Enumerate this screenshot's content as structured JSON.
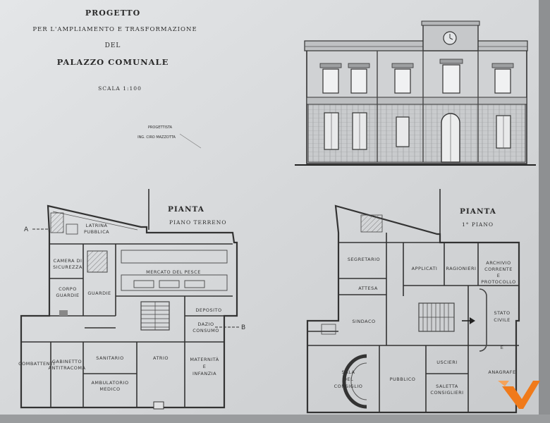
{
  "header": {
    "line1": "PROGETTO",
    "line2": "PER L'AMPLIAMENTO E TRASFORMAZIONE",
    "line3": "DEL",
    "line4": "PALAZZO COMUNALE",
    "scale": "SCALA 1:100",
    "designer_label": "PROGETTISTA",
    "designer_name": "ING. CIRO MAZZOTTA"
  },
  "plan_ground": {
    "title": "PIANTA",
    "subtitle": "PIANO TERRENO",
    "section_a": "A",
    "section_b": "B",
    "rooms": {
      "latrina": "LATRINA",
      "latrina2": "PUBBLICA",
      "camera": "CAMERA DI",
      "camera2": "SICUREZZA",
      "mercato": "MERCATO DEL PESCE",
      "corpo": "CORPO",
      "corpo2": "GUARDIE",
      "guardie": "GUARDIE",
      "deposito": "DEPOSITO",
      "dazio": "DAZIO",
      "dazio2": "CONSUMO",
      "combattenti": "COMBATTENTI",
      "gabinetto": "GABINETTO",
      "gabinetto2": "ANTITRACOMA",
      "sanitario": "SANITARIO",
      "ambulatorio": "AMBULATORIO",
      "ambulatorio2": "MEDICO",
      "atrio": "ATRIO",
      "maternita": "MATERNITÀ",
      "maternita2": "E",
      "maternita3": "INFANZIA"
    }
  },
  "plan_first": {
    "title": "PIANTA",
    "subtitle": "1° PIANO",
    "rooms": {
      "segretario": "SEGRETARIO",
      "applicati": "APPLICATI",
      "ragionieri": "RAGIONIERI",
      "archivio": "ARCHIVIO",
      "archivio2": "CORRENTE",
      "archivio3": "E",
      "archivio4": "PROTOCOLLO",
      "attesa": "ATTESA",
      "sindaco": "SINDACO",
      "stato": "STATO",
      "stato2": "CIVILE",
      "stato3": "E",
      "stato4": "ANAGRAFE",
      "sala": "SALA",
      "sala2": "DEL",
      "sala3": "CONSIGLIO",
      "pubblico": "PUBBLICO",
      "uscieri": "USCIERI",
      "saletta": "SALETTA",
      "saletta2": "CONSIGLIERI"
    }
  },
  "colors": {
    "paper": "#dcdee0",
    "ink": "#333333",
    "logo": "#f07a1a"
  }
}
